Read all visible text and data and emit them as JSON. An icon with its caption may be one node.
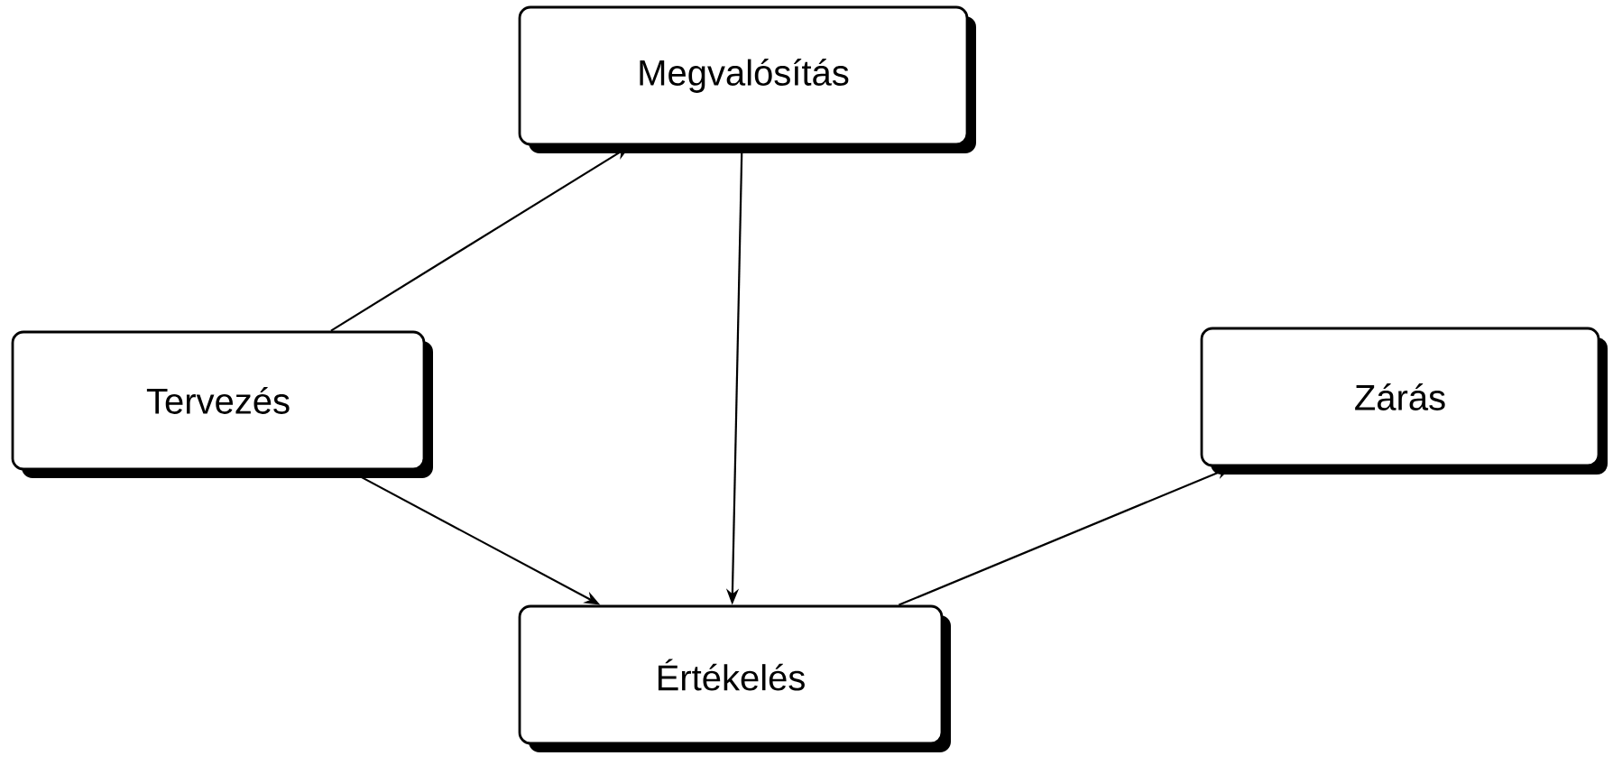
{
  "diagram": {
    "nodes": [
      {
        "text": [
          "Tervezés"
        ]
      },
      {
        "text": [
          "Megvalósítás"
        ]
      },
      {
        "text": [
          "Értékelés"
        ]
      },
      {
        "text": [
          "Zárás"
        ]
      }
    ],
    "edges": [
      {
        "from": 0,
        "to": 1,
        "arrow": "to"
      },
      {
        "from": 0,
        "to": 2,
        "arrow": "to"
      },
      {
        "from": 1,
        "to": 2,
        "arrow": "to"
      },
      {
        "from": 2,
        "to": 3,
        "arrow": "to"
      }
    ]
  }
}
